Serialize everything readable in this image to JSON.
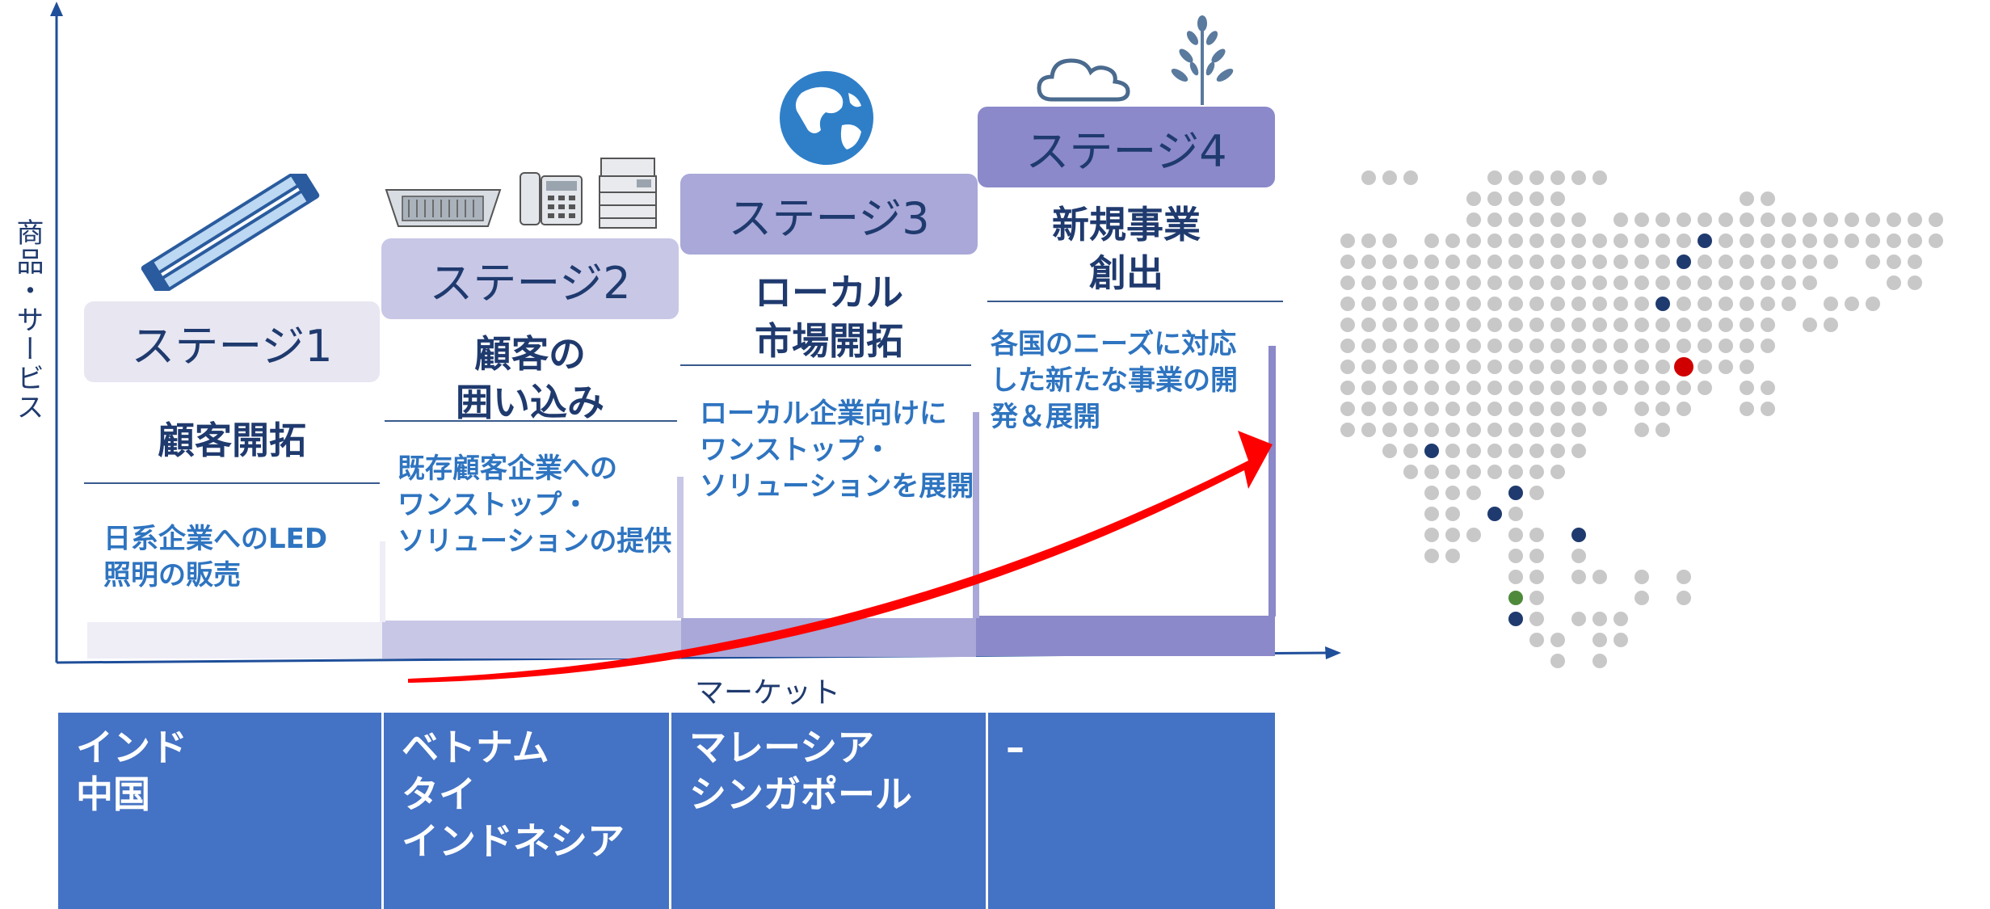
{
  "axes": {
    "y_label": "商品・サービス",
    "x_label": "マーケット"
  },
  "stages": [
    {
      "label": "ステージ1",
      "title": "顧客開拓",
      "desc": "日系企業へのLED\n照明の販売",
      "tab_color": "#e7e6f1",
      "bar_color": "#efeef7"
    },
    {
      "label": "ステージ2",
      "title": "顧客の\n囲い込み",
      "desc": "既存顧客企業への\nワンストップ・\nソリューションの提供",
      "tab_color": "#c8c7e6",
      "bar_color": "#c8c7e6"
    },
    {
      "label": "ステージ3",
      "title": "ローカル\n市場開拓",
      "desc": "ローカル企業向けに\nワンストップ・\nソリューションを展開",
      "tab_color": "#a9a8d8",
      "bar_color": "#a9a8d8"
    },
    {
      "label": "ステージ4",
      "title": "新規事業\n創出",
      "desc": "各国のニーズに対応\nした新たな事業の開\n発＆展開",
      "tab_color": "#8b89ca",
      "bar_color": "#8b89ca"
    }
  ],
  "markets": [
    "インド\n中国",
    "ベトナム\nタイ\nインドネシア",
    "マレーシア\nシンガポール",
    "–"
  ],
  "icons": [
    "led-tube-icon",
    "air-conditioner-icon",
    "phone-icon",
    "copier-icon",
    "globe-icon",
    "cloud-icon",
    "tree-icon"
  ],
  "colors": {
    "axis": "#1f4e9a",
    "arrow": "#ff0000",
    "market_bg": "#4472c4",
    "map_dot": "#c8c8c8",
    "map_highlight_navy": "#1f3a6e",
    "map_highlight_red": "#d00000",
    "map_highlight_green": "#4e8a3a"
  }
}
